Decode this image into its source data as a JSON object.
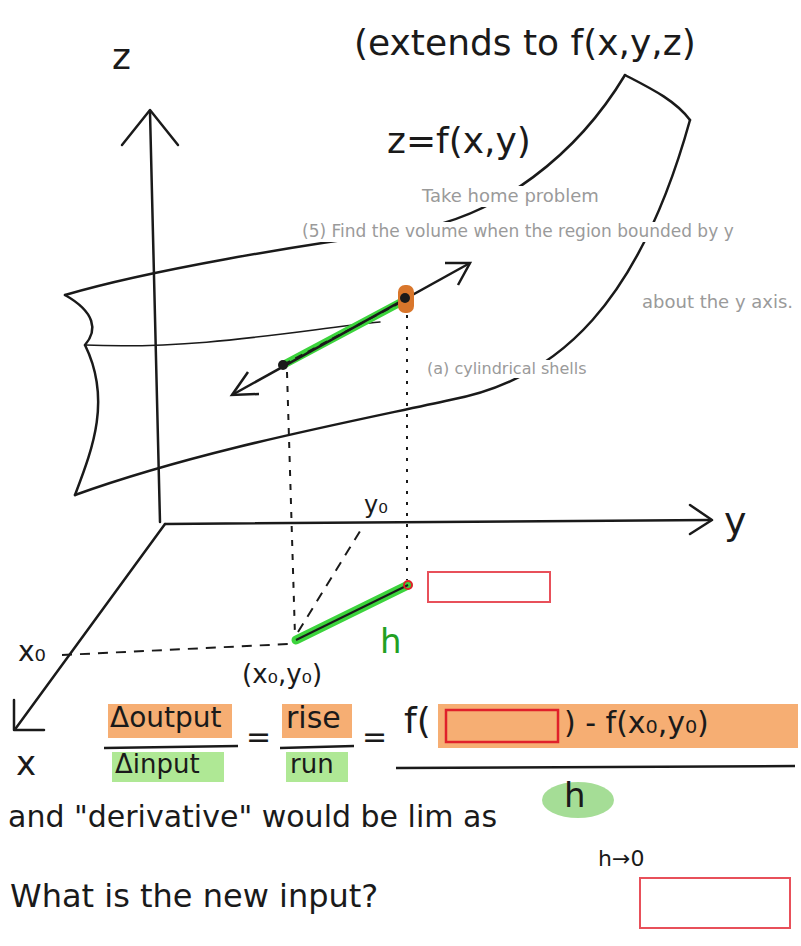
{
  "diagram": {
    "labels": [
      "(extends to f(x,y,z)",
      "z",
      "z=f(x,y)",
      "Take home problem",
      "(5) Find the volume when the region bounded by y",
      "about the y axis.",
      "(a) cylindrical shells",
      "y",
      "y₀",
      "x₀",
      "(x₀,y₀)",
      "h",
      "x",
      "Δoutput",
      "Δinput",
      "=",
      "rise",
      "run",
      "=",
      "f(",
      ") - f(x₀,y₀)",
      "h",
      "and \"derivative\" would be lim as",
      "h→0",
      "What is the new input?"
    ]
  }
}
